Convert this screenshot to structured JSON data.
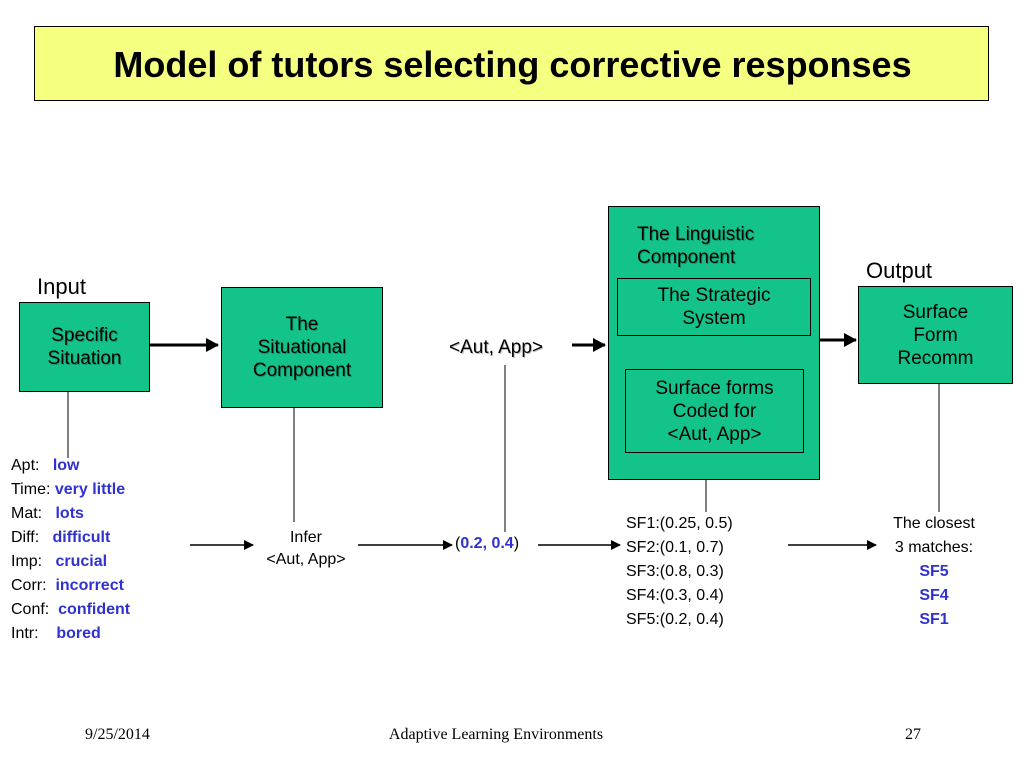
{
  "title": "Model of tutors selecting corrective responses",
  "labels": {
    "input": "Input",
    "output": "Output"
  },
  "boxes": {
    "specific_situation": [
      "Specific",
      "Situation"
    ],
    "situational_component": [
      "The",
      "Situational",
      "Component"
    ],
    "aut_app": "<Aut, App>",
    "linguistic_component": [
      "The Linguistic",
      "Component"
    ],
    "strategic_system": [
      "The Strategic",
      "System"
    ],
    "surface_forms_coded": [
      "Surface forms",
      "Coded for",
      "<Aut, App>"
    ],
    "surface_form_recomm": [
      "Surface",
      "Form",
      "Recomm"
    ]
  },
  "situation_attrs": [
    {
      "key": "Apt:",
      "value": "low"
    },
    {
      "key": "Time:",
      "value": "very little"
    },
    {
      "key": "Mat:",
      "value": "lots"
    },
    {
      "key": "Diff:",
      "value": "difficult"
    },
    {
      "key": "Imp:",
      "value": "crucial"
    },
    {
      "key": "Corr:",
      "value": "incorrect"
    },
    {
      "key": "Conf:",
      "value": "confident"
    },
    {
      "key": "Intr:",
      "value": "bored"
    }
  ],
  "infer": [
    "Infer",
    "<Aut, App>"
  ],
  "inferred_value": {
    "open": "(",
    "value": "0.2, 0.4",
    "close": ")"
  },
  "surface_forms_list": [
    "SF1:(0.25, 0.5)",
    "SF2:(0.1, 0.7)",
    "SF3:(0.8, 0.3)",
    "SF4:(0.3, 0.4)",
    "SF5:(0.2, 0.4)"
  ],
  "closest": {
    "lines": [
      "The closest",
      "3 matches:"
    ],
    "matches": [
      "SF5",
      "SF4",
      "SF1"
    ]
  },
  "footer": {
    "date": "9/25/2014",
    "course": "Adaptive Learning Environments",
    "page": "27"
  },
  "colors": {
    "title_bg": "#f5ff80",
    "box_green": "#14c38a",
    "value_blue": "#2f32ce"
  }
}
